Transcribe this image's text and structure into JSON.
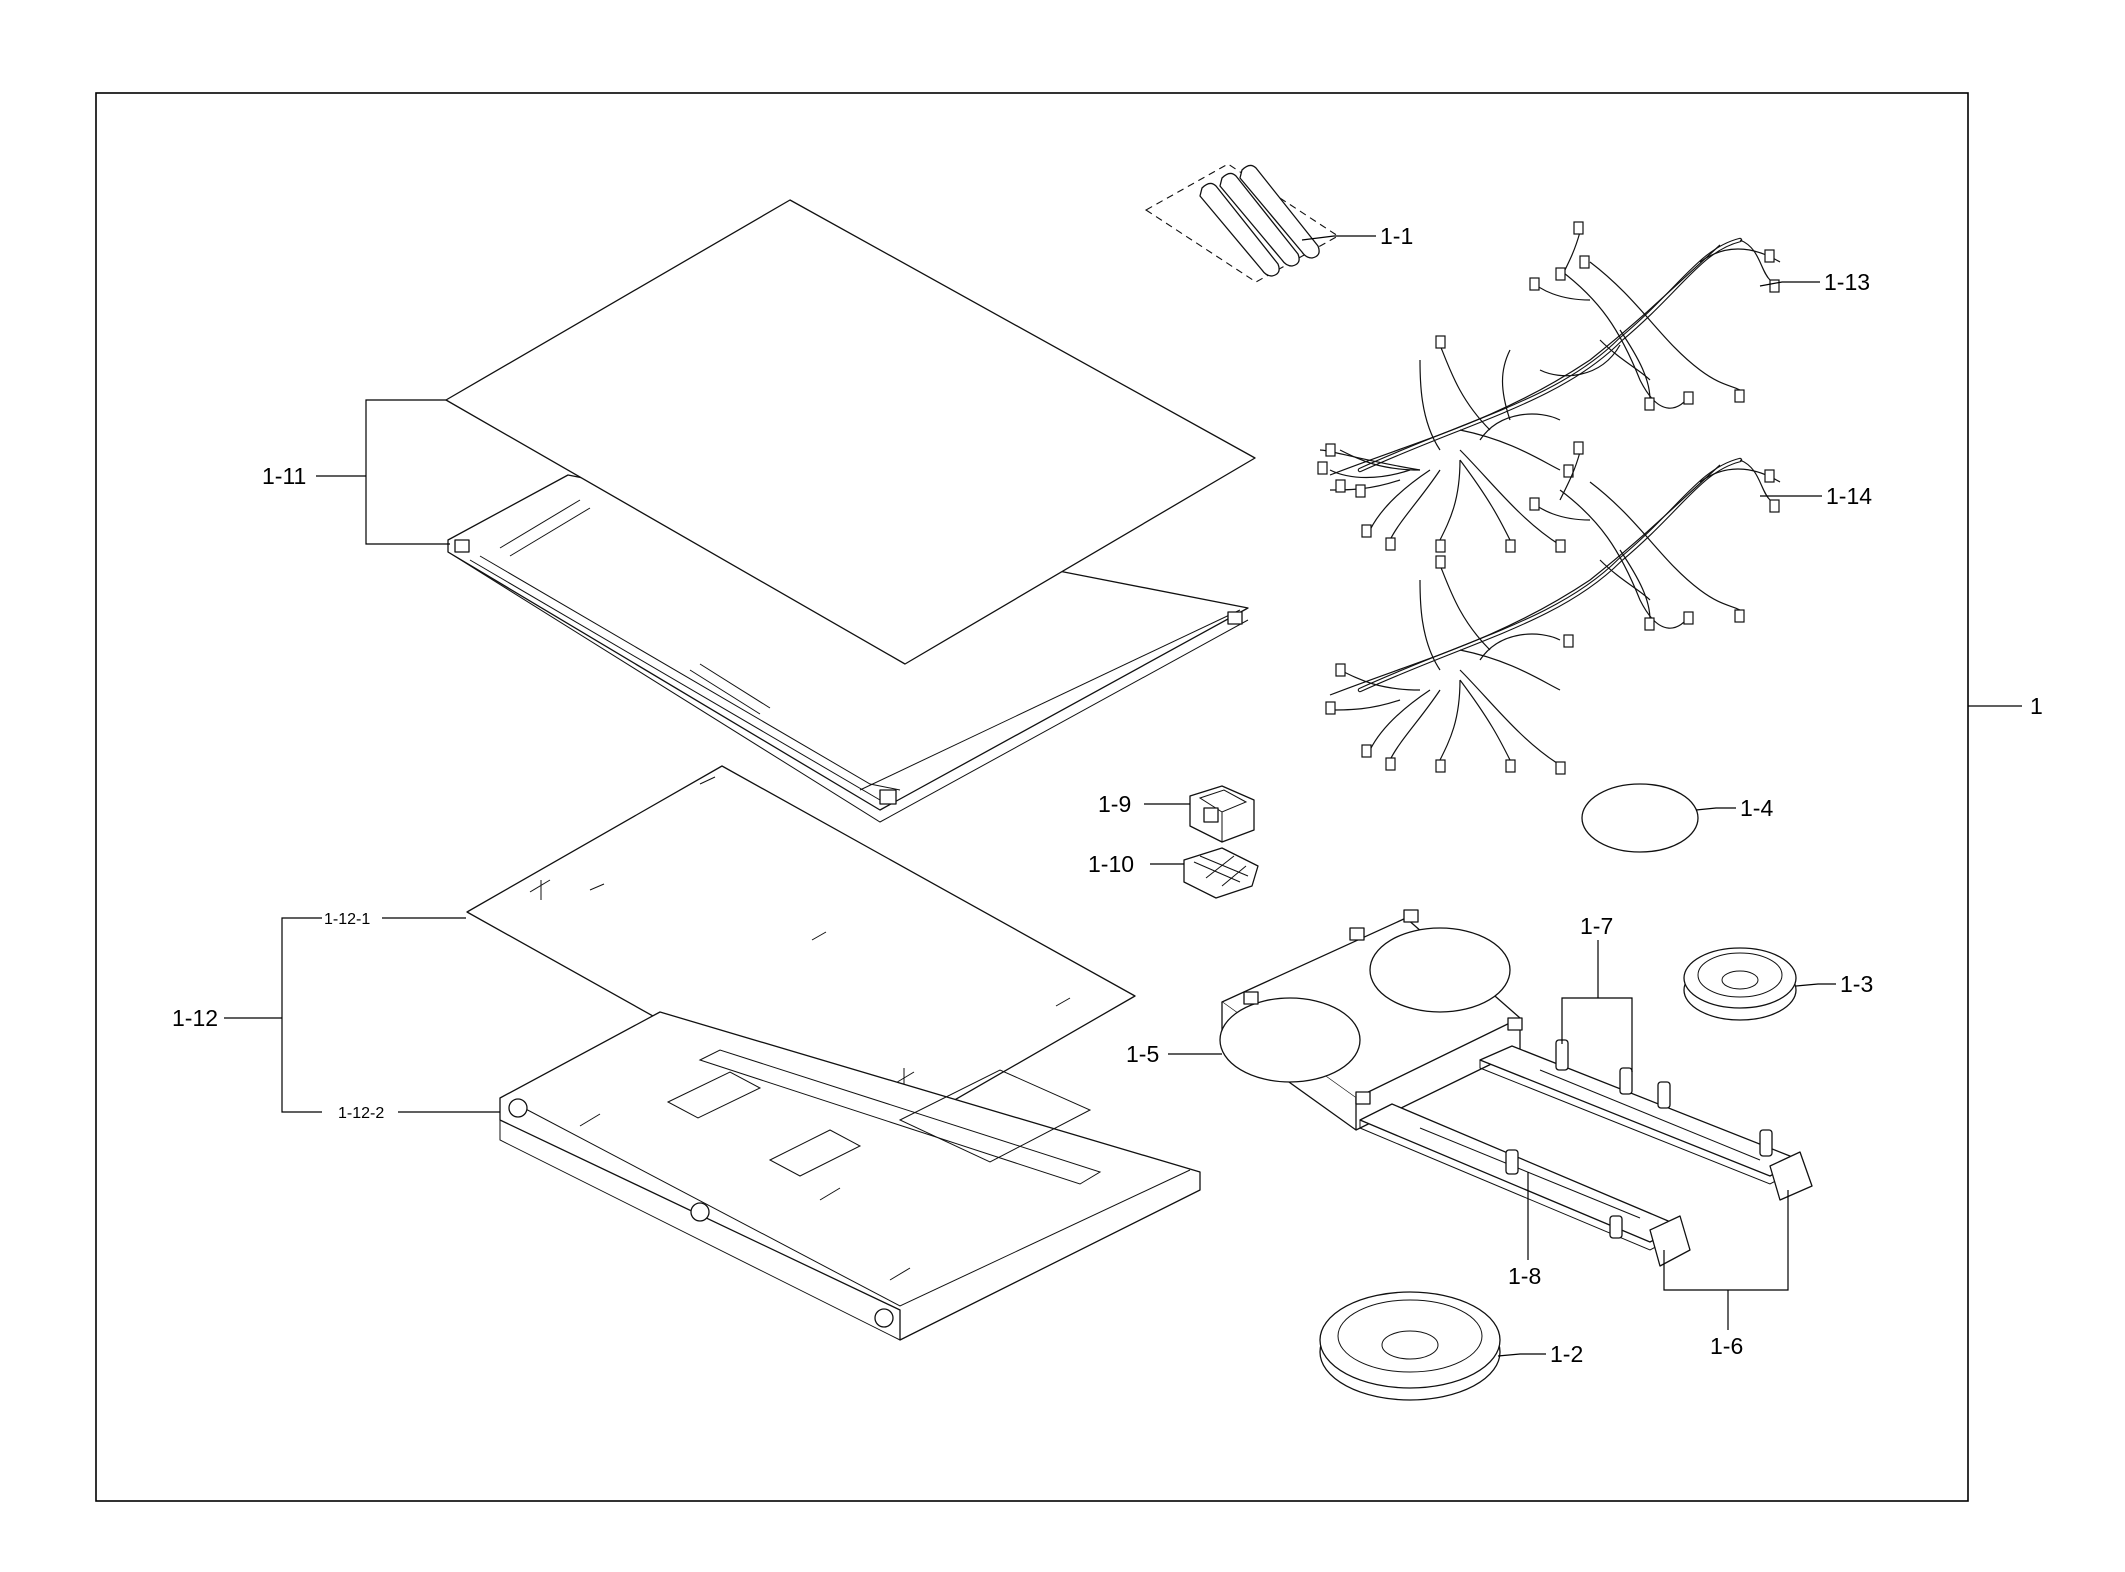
{
  "labels": {
    "l1": "1",
    "l1_1": "1-1",
    "l1_2": "1-2",
    "l1_3": "1-3",
    "l1_4": "1-4",
    "l1_5": "1-5",
    "l1_6": "1-6",
    "l1_7": "1-7",
    "l1_8": "1-8",
    "l1_9": "1-9",
    "l1_10": "1-10",
    "l1_11": "1-11",
    "l1_12": "1-12",
    "l1_12_1": "1-12-1",
    "l1_12_2": "1-12-2",
    "l1_13": "1-13",
    "l1_14": "1-14"
  }
}
